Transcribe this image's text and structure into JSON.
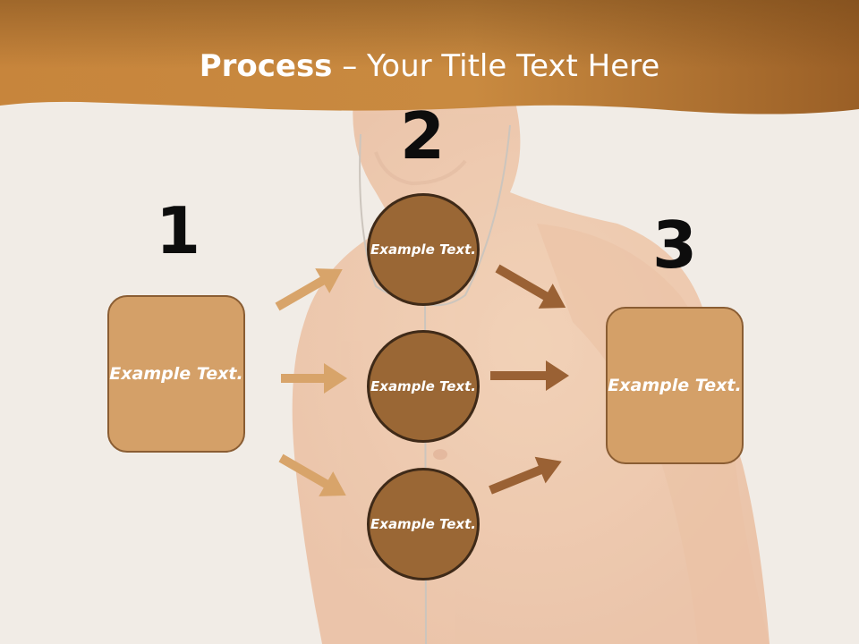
{
  "title": {
    "bold": "Process",
    "rest": " – Your Title Text Here"
  },
  "steps": [
    {
      "number": "1"
    },
    {
      "number": "2"
    },
    {
      "number": "3"
    }
  ],
  "left_box": {
    "text": "Example Text."
  },
  "right_box": {
    "text": "Example Text."
  },
  "circles": [
    {
      "text": "Example Text."
    },
    {
      "text": "Example Text."
    },
    {
      "text": "Example Text."
    }
  ],
  "colors": {
    "header": "#b97a36",
    "box_fill": "#d4a068",
    "circle_fill": "#9a6735",
    "arrow_light": "#d8a46a",
    "arrow_dark": "#9a6134"
  }
}
